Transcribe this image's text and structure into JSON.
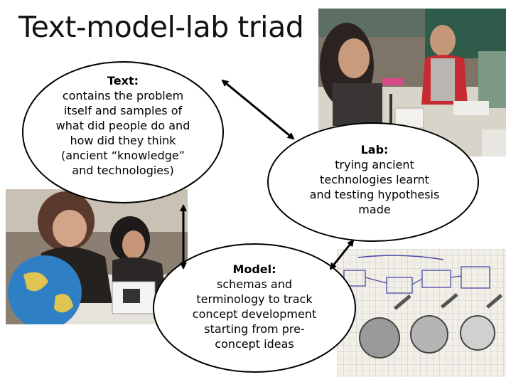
{
  "slide": {
    "title": "Text-model-lab triad"
  },
  "nodes": {
    "text": {
      "heading": "Text:",
      "lines": [
        "contains the problem",
        "itself and samples of",
        "what did people do and",
        "how did they think",
        "(ancient “knowledge”",
        "and technologies)"
      ]
    },
    "lab": {
      "heading": "Lab:",
      "lines": [
        "trying ancient",
        "technologies learnt",
        "and testing hypothesis",
        "made"
      ]
    },
    "model": {
      "heading": "Model:",
      "lines": [
        "schemas and",
        "terminology to track",
        "concept development",
        "starting from pre-",
        "concept ideas"
      ]
    }
  },
  "photos": {
    "classroom_top": "photo of students working at a lab table",
    "classroom_left": "photo of students with a globe",
    "notebook": "photo of a handwritten notebook page with diagrams"
  },
  "colors": {
    "ellipse_fill": "#ffffff",
    "ellipse_stroke": "#000000",
    "arrow": "#000000"
  }
}
